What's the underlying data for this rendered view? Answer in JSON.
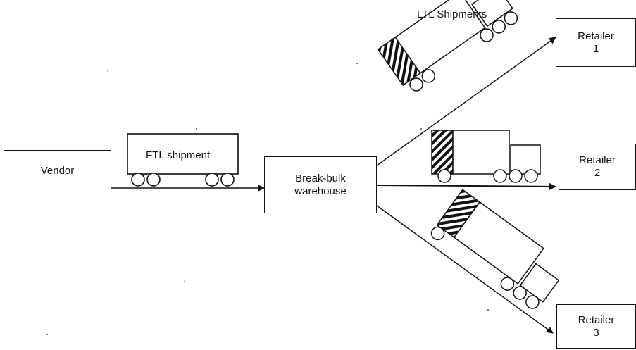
{
  "nodes": {
    "vendor": "Vendor",
    "warehouse": {
      "line1": "Break-bulk",
      "line2": "warehouse"
    },
    "retailer1": {
      "line1": "Retailer",
      "line2": "1"
    },
    "retailer2": {
      "line1": "Retailer",
      "line2": "2"
    },
    "retailer3": {
      "line1": "Retailer",
      "line2": "3"
    }
  },
  "labels": {
    "ftl": "FTL shipment",
    "ltl": "LTL Shipments"
  },
  "colors": {
    "ink": "#111111",
    "background": "#ffffff"
  }
}
